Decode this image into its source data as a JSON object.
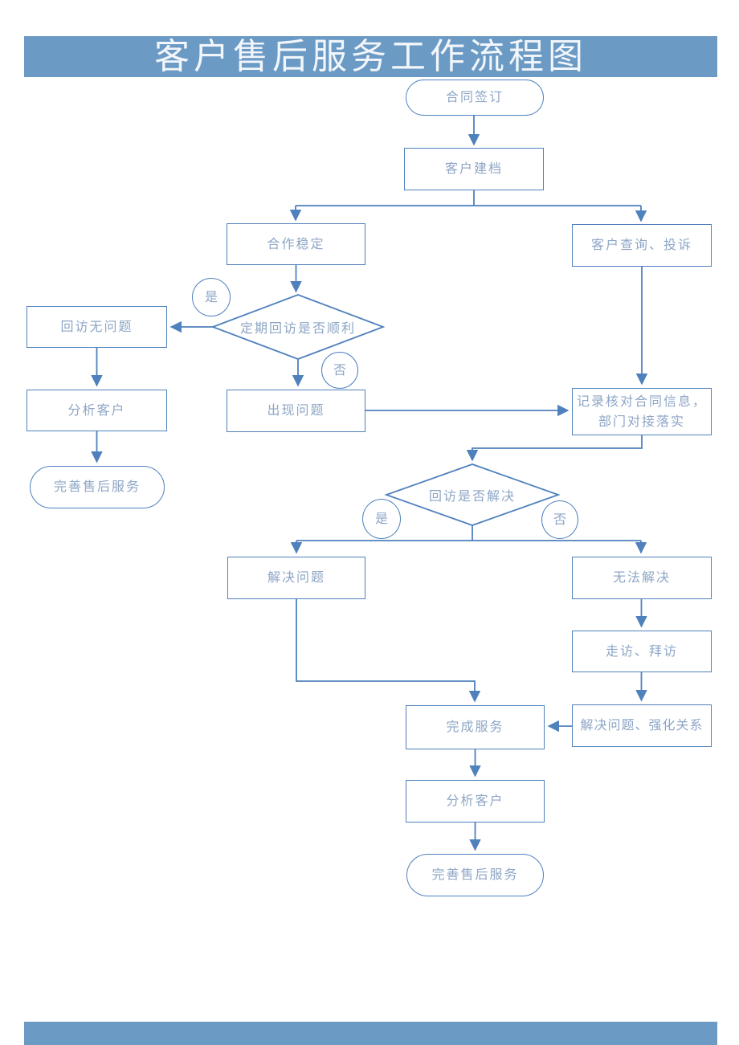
{
  "page": {
    "title": "客户售后服务工作流程图"
  },
  "colors": {
    "banner": "#6b9ac5",
    "line": "#4f81bd",
    "node_text": "#8ea6c6",
    "title_text": "#f2f6fa"
  },
  "nodes": {
    "start": "合同签订",
    "filing": "客户建档",
    "stable": "合作稳定",
    "inquiry": "客户查询、投诉",
    "decision1": "定期回访是否顺利",
    "yes1": "是",
    "no1": "否",
    "no_problem": "回访无问题",
    "analyze_left": "分析客户",
    "improve_left": "完善售后服务",
    "problem": "出现问题",
    "record_line1": "记录核对合同信息，",
    "record_line2": "部门对接落实",
    "decision2": "回访是否解决",
    "yes2": "是",
    "no2": "否",
    "solve": "解决问题",
    "unsolvable": "无法解决",
    "visit": "走访、拜访",
    "strengthen": "解决问题、强化关系",
    "complete": "完成服务",
    "analyze_bottom": "分析客户",
    "improve_bottom": "完善售后服务"
  }
}
